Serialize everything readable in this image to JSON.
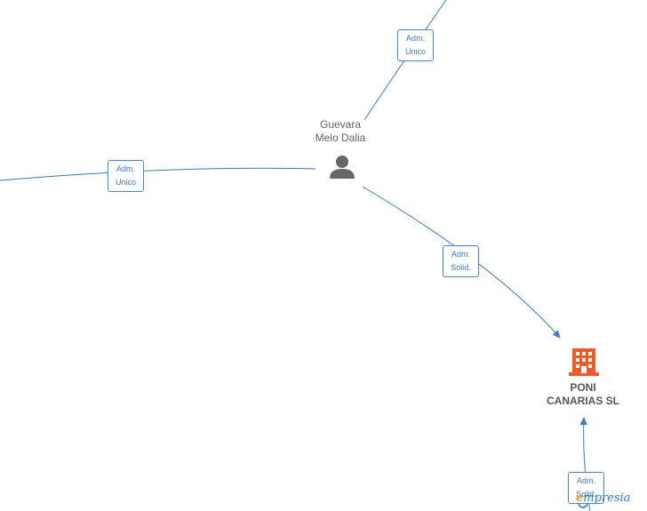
{
  "nodes": {
    "person": {
      "name": "Guevara\nMelo Dalia",
      "icon": "person-icon"
    },
    "company": {
      "name": "PONI\nCANARIAS  SL",
      "icon": "building-icon",
      "color": "#f05a28"
    }
  },
  "edges": [
    {
      "label_line1": "Adm.",
      "label_line2": "Unico"
    },
    {
      "label_line1": "Adm.",
      "label_line2": "Unico"
    },
    {
      "label_line1": "Adm.",
      "label_line2": "Solid."
    },
    {
      "label_line1": "Adm.",
      "label_line2": "Solid."
    }
  ],
  "colors": {
    "edge": "#3a78c8",
    "person_icon": "#666666",
    "company_icon": "#f05a28"
  },
  "brand": {
    "initial": "e",
    "rest": "mpresia"
  }
}
